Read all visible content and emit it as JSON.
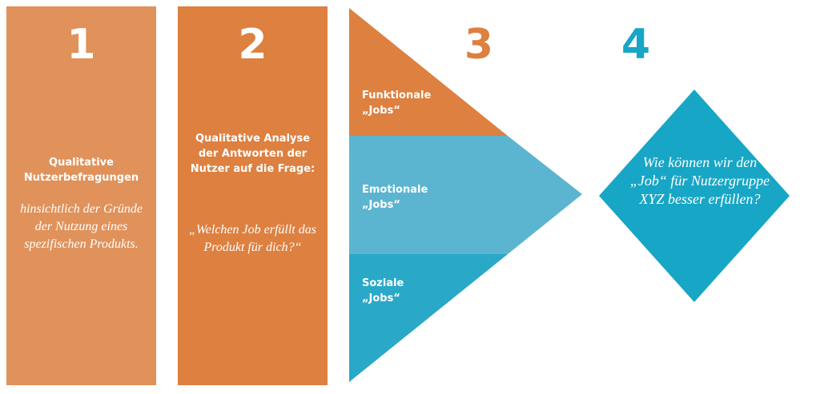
{
  "steps": [
    {
      "number": "1",
      "heading": "Qualitative Nutzerbefragungen",
      "text": "hinsichtlich der Gründe der Nutzung eines spezifischen Produkts."
    },
    {
      "number": "2",
      "heading": "Qualitative Analyse der Antworten der Nutzer auf die Frage:",
      "text": "„Welchen Job erfüllt das Produkt für dich?“"
    },
    {
      "number": "3",
      "segments": [
        {
          "label": "Funktionale „Jobs“",
          "color": "#dd8040"
        },
        {
          "label": "Emotionale „Jobs“",
          "color": "#5cb5d0"
        },
        {
          "label": "Soziale „Jobs“",
          "color": "#2aa8c8"
        }
      ]
    },
    {
      "number": "4",
      "question": "Wie können wir den „Job“ für Nutzergruppe XYZ besser erfüllen?"
    }
  ],
  "colors": {
    "orange_light": "#e0925a",
    "orange": "#dd8040",
    "blue": "#17a6c6"
  }
}
